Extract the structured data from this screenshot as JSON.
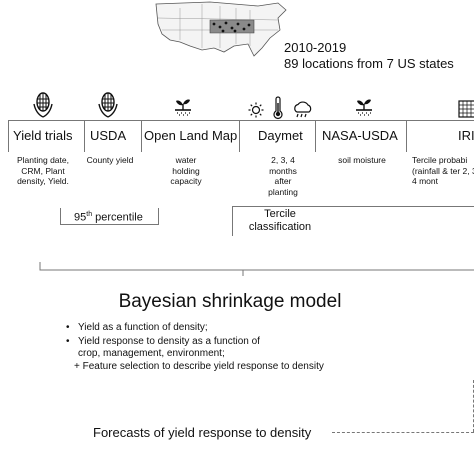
{
  "header": {
    "years": "2010-2019",
    "locations": "89 locations from 7 US states"
  },
  "sources": [
    {
      "label": "Yield trials",
      "icon": "corn-icon",
      "desc": "Planting date, CRM, Plant density, Yield."
    },
    {
      "label": "USDA",
      "icon": "corn-icon",
      "desc": "County yield"
    },
    {
      "label": "Open Land Map",
      "icon": "seedling-icon",
      "desc": "water holding capacity"
    },
    {
      "label": "Daymet",
      "icons": [
        "sun-icon",
        "thermometer-icon",
        "rain-cloud-icon"
      ],
      "desc": "2, 3, 4 months after planting"
    },
    {
      "label": "NASA-USDA",
      "icon": "seedling-icon",
      "desc": "soil moisture"
    },
    {
      "label": "IRI",
      "icon": "grid-icon",
      "desc": "Tercile probabi (rainfall & ter 2, 3, 4 mont"
    }
  ],
  "percentile": {
    "base": "95",
    "sup": "th",
    "rest": " percentile"
  },
  "tercile": {
    "line1": "Tercile",
    "line2": "classification"
  },
  "model": {
    "title": "Bayesian shrinkage model",
    "bullets": [
      "Yield as a function of density;",
      "Yield response to density as a function of crop, management, environment;"
    ],
    "feature_line": "+ Feature selection to describe yield response to density"
  },
  "forecast": "Forecasts of yield response to density",
  "colors": {
    "line": "#777777",
    "text": "#111111",
    "map_fill": "#9a9a9a"
  }
}
